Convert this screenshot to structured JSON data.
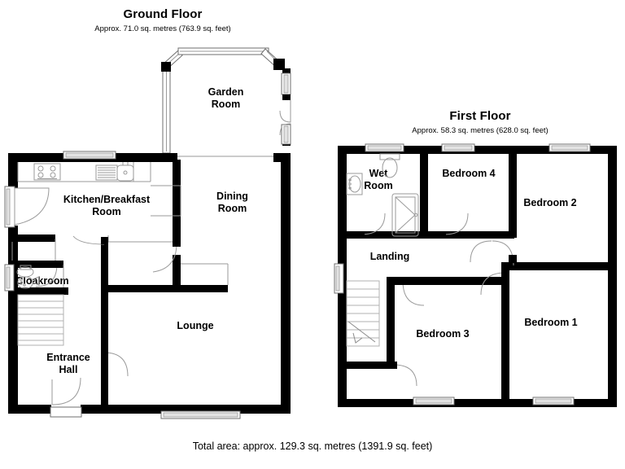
{
  "document": {
    "type": "floor-plan",
    "total_area_text": "Total area: approx. 129.3 sq. metres (1391.9 sq. feet)"
  },
  "floors": [
    {
      "id": "ground",
      "title": "Ground Floor",
      "area_text": "Approx. 71.0 sq. metres (763.9 sq. feet)",
      "rooms": [
        {
          "name": "Garden Room",
          "label_line1": "Garden",
          "label_line2": "Room"
        },
        {
          "name": "Kitchen/Breakfast Room",
          "label_line1": "Kitchen/Breakfast",
          "label_line2": "Room"
        },
        {
          "name": "Dining Room",
          "label_line1": "Dining",
          "label_line2": "Room"
        },
        {
          "name": "Cloakroom",
          "label_line1": "Cloakroom",
          "label_line2": ""
        },
        {
          "name": "Lounge",
          "label_line1": "Lounge",
          "label_line2": ""
        },
        {
          "name": "Entrance Hall",
          "label_line1": "Entrance",
          "label_line2": "Hall"
        }
      ]
    },
    {
      "id": "first",
      "title": "First Floor",
      "area_text": "Approx. 58.3 sq. metres (628.0 sq. feet)",
      "rooms": [
        {
          "name": "Wet Room",
          "label_line1": "Wet",
          "label_line2": "Room"
        },
        {
          "name": "Bedroom 4",
          "label_line1": "Bedroom 4",
          "label_line2": ""
        },
        {
          "name": "Bedroom 2",
          "label_line1": "Bedroom 2",
          "label_line2": ""
        },
        {
          "name": "Landing",
          "label_line1": "Landing",
          "label_line2": ""
        },
        {
          "name": "Bedroom 3",
          "label_line1": "Bedroom 3",
          "label_line2": ""
        },
        {
          "name": "Bedroom 1",
          "label_line1": "Bedroom 1",
          "label_line2": ""
        }
      ]
    }
  ],
  "colors": {
    "wall": "#000000",
    "background": "#ffffff",
    "thin_line": "#9a9a9a",
    "window_fill": "#e3e3e3",
    "text": "#000000"
  },
  "fixtures": {
    "ground": [
      "hob",
      "sink",
      "counter",
      "wc",
      "basin",
      "staircase",
      "front-door"
    ],
    "first": [
      "wc",
      "basin",
      "shower-enclosure",
      "staircase"
    ]
  }
}
